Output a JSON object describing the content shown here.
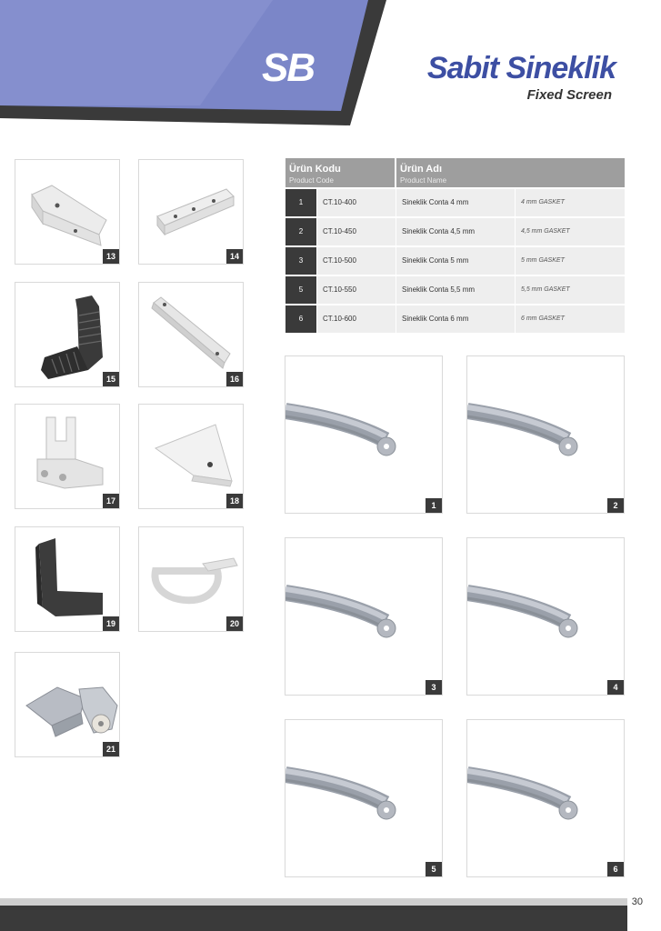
{
  "header": {
    "code": "SB",
    "title": "Sabit Sineklik",
    "subtitle": "Fixed Screen"
  },
  "colors": {
    "brand": "#3d4fa3",
    "header_band": "#7b86c8",
    "dark": "#3a3a3a",
    "table_header": "#9e9e9e"
  },
  "parts": [
    {
      "number": "13",
      "icon": "corner-bracket-icon"
    },
    {
      "number": "14",
      "icon": "angle-strip-icon"
    },
    {
      "number": "15",
      "icon": "ribbed-corner-icon"
    },
    {
      "number": "16",
      "icon": "mounting-rail-icon"
    },
    {
      "number": "17",
      "icon": "corner-connector-icon"
    },
    {
      "number": "18",
      "icon": "wedge-bracket-icon"
    },
    {
      "number": "19",
      "icon": "l-corner-icon"
    },
    {
      "number": "20",
      "icon": "pull-handle-icon"
    },
    {
      "number": "21",
      "icon": "roller-bracket-icon"
    }
  ],
  "table": {
    "col_code_tr": "Ürün Kodu",
    "col_code_en": "Product Code",
    "col_name_tr": "Ürün Adı",
    "col_name_en": "Product Name",
    "rows": [
      {
        "idx": "1",
        "code": "CT.10-400",
        "name": "Sineklik Conta 4 mm",
        "name_en": "4 mm GASKET"
      },
      {
        "idx": "2",
        "code": "CT.10-450",
        "name": "Sineklik Conta 4,5 mm",
        "name_en": "4,5 mm GASKET"
      },
      {
        "idx": "3",
        "code": "CT.10-500",
        "name": "Sineklik Conta 5 mm",
        "name_en": "5 mm GASKET"
      },
      {
        "idx": "5",
        "code": "CT.10-550",
        "name": "Sineklik Conta 5,5 mm",
        "name_en": "5,5 mm GASKET"
      },
      {
        "idx": "6",
        "code": "CT.10-600",
        "name": "Sineklik Conta 6 mm",
        "name_en": "6 mm GASKET"
      }
    ]
  },
  "gaskets": [
    {
      "number": "1",
      "icon": "gasket-profile-icon"
    },
    {
      "number": "2",
      "icon": "gasket-profile-icon"
    },
    {
      "number": "3",
      "icon": "gasket-profile-icon"
    },
    {
      "number": "4",
      "icon": "gasket-profile-icon"
    },
    {
      "number": "5",
      "icon": "gasket-profile-icon"
    },
    {
      "number": "6",
      "icon": "gasket-profile-icon"
    }
  ],
  "page_number": "30"
}
